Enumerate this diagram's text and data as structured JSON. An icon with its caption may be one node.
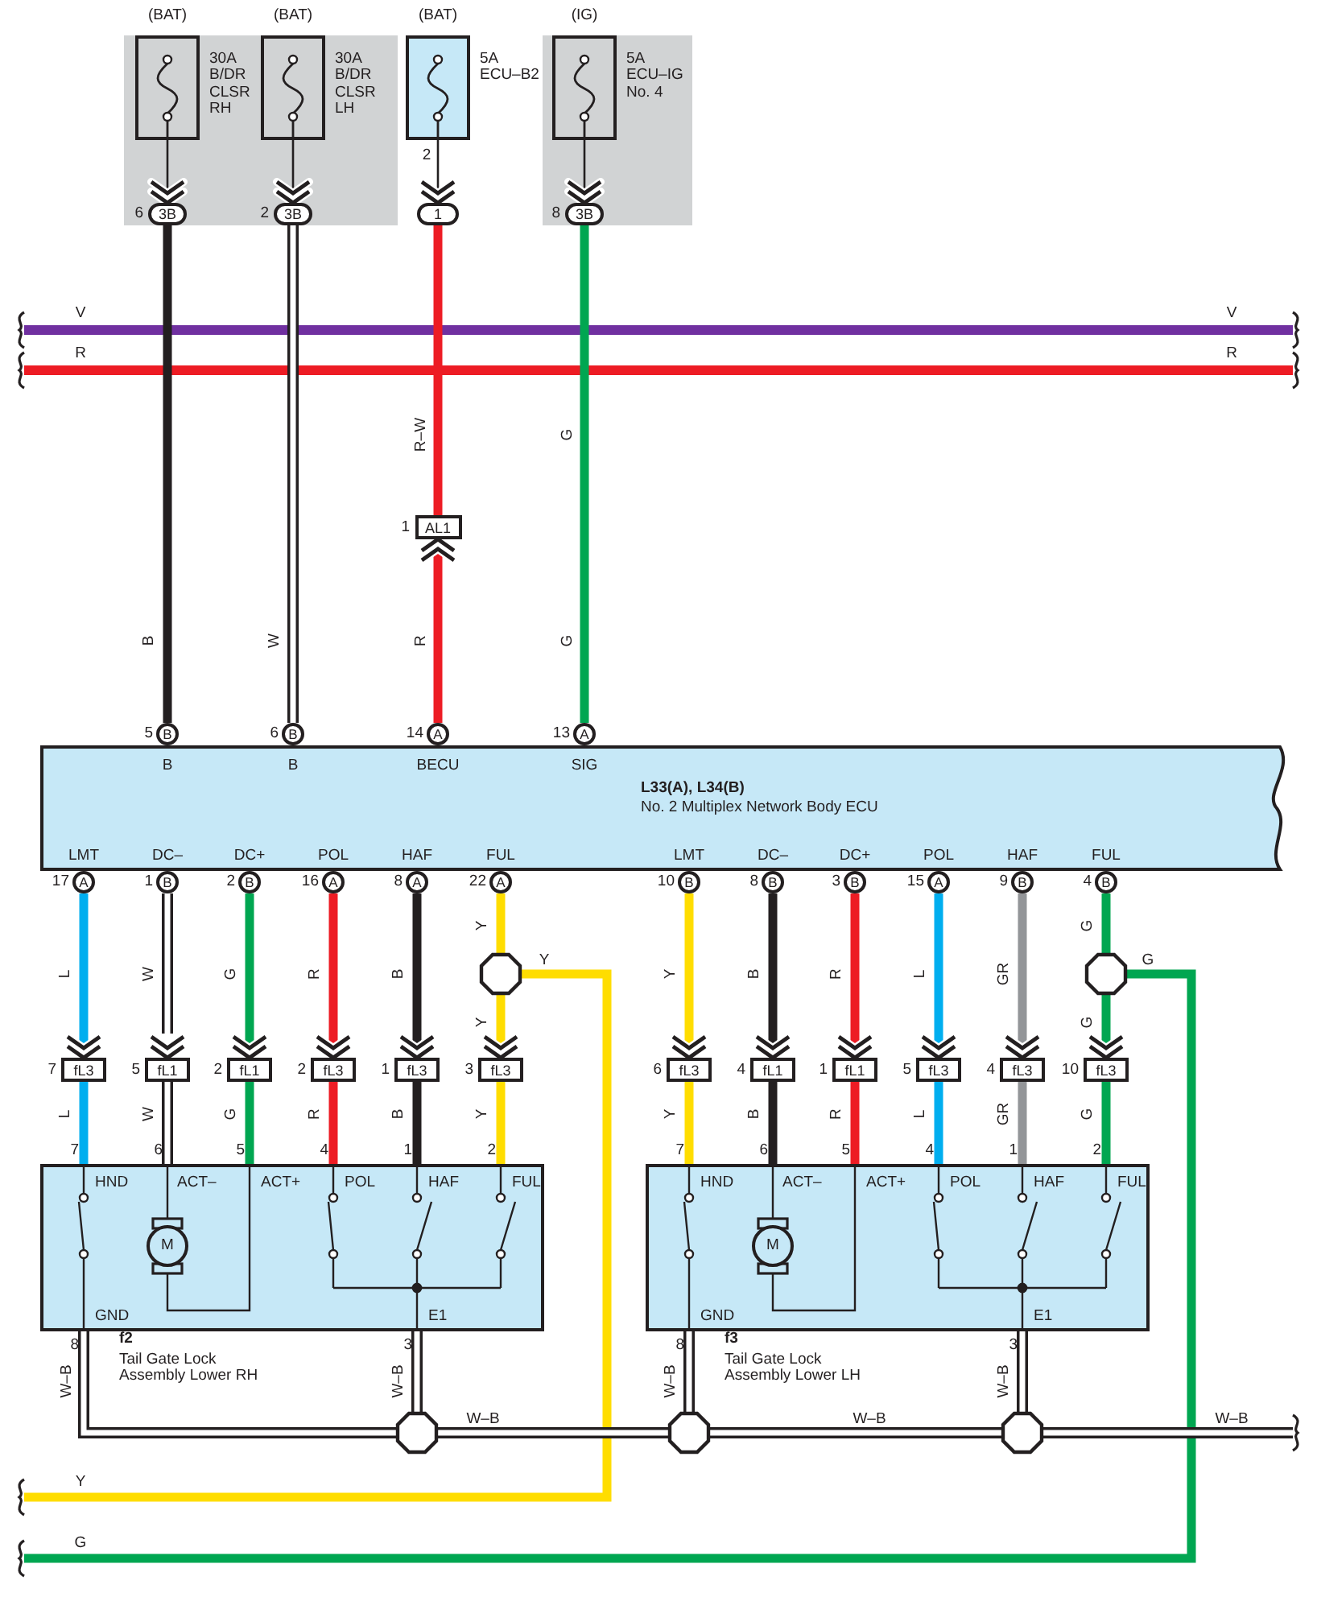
{
  "diagram": {
    "nodes": [
      {
        "text": [
          "(BAT)",
          "30A B/DR CLSR RH"
        ]
      },
      {
        "text": [
          "(BAT)",
          "30A B/DR CLSR LH"
        ]
      },
      {
        "text": [
          "(BAT)",
          "5A ECU–B2"
        ],
        "beside": [
          "2"
        ]
      },
      {
        "text": [
          "(IG)",
          "5A ECU–IG No. 4"
        ]
      },
      {
        "text": [
          "3B"
        ],
        "beside": [
          "6"
        ]
      },
      {
        "text": [
          "3B"
        ],
        "beside": [
          "2"
        ]
      },
      {
        "text": [
          "1"
        ]
      },
      {
        "text": [
          "3B"
        ],
        "beside": [
          "8"
        ]
      },
      {
        "text": [
          "AL1"
        ],
        "beside": [
          "1"
        ]
      },
      {
        "text": [
          "B"
        ],
        "beside": [
          "5"
        ]
      },
      {
        "text": [
          "B"
        ],
        "beside": [
          "6"
        ]
      },
      {
        "text": [
          "A"
        ],
        "beside": [
          "14"
        ]
      },
      {
        "text": [
          "A"
        ],
        "beside": [
          "13"
        ]
      },
      {
        "text": [
          "B",
          "B",
          "BECU",
          "SIG",
          "L33(A), L34(B)",
          "No. 2 Multiplex Network Body ECU",
          "LMT",
          "DC–",
          "DC+",
          "POL",
          "HAF",
          "FUL",
          "LMT",
          "DC–",
          "DC+",
          "POL",
          "HAF",
          "FUL"
        ]
      },
      {
        "text": [
          "A"
        ],
        "beside": [
          "17"
        ]
      },
      {
        "text": [
          "B"
        ],
        "beside": [
          "1"
        ]
      },
      {
        "text": [
          "B"
        ],
        "beside": [
          "2"
        ]
      },
      {
        "text": [
          "A"
        ],
        "beside": [
          "16"
        ]
      },
      {
        "text": [
          "A"
        ],
        "beside": [
          "8"
        ]
      },
      {
        "text": [
          "A"
        ],
        "beside": [
          "22"
        ]
      },
      {
        "text": [
          "B"
        ],
        "beside": [
          "10"
        ]
      },
      {
        "text": [
          "B"
        ],
        "beside": [
          "8"
        ]
      },
      {
        "text": [
          "B"
        ],
        "beside": [
          "3"
        ]
      },
      {
        "text": [
          "A"
        ],
        "beside": [
          "15"
        ]
      },
      {
        "text": [
          "B"
        ],
        "beside": [
          "9"
        ]
      },
      {
        "text": [
          "B"
        ],
        "beside": [
          "4"
        ]
      },
      {
        "text": [],
        "shape": "octagon"
      },
      {
        "text": [],
        "shape": "octagon"
      },
      {
        "text": [
          "fL3"
        ],
        "beside": [
          "7"
        ]
      },
      {
        "text": [
          "fL1"
        ],
        "beside": [
          "5"
        ]
      },
      {
        "text": [
          "fL1"
        ],
        "beside": [
          "2"
        ]
      },
      {
        "text": [
          "fL3"
        ],
        "beside": [
          "2"
        ]
      },
      {
        "text": [
          "fL3"
        ],
        "beside": [
          "1"
        ]
      },
      {
        "text": [
          "fL3"
        ],
        "beside": [
          "3"
        ]
      },
      {
        "text": [
          "fL3"
        ],
        "beside": [
          "6"
        ]
      },
      {
        "text": [
          "fL1"
        ],
        "beside": [
          "4"
        ]
      },
      {
        "text": [
          "fL1"
        ],
        "beside": [
          "1"
        ]
      },
      {
        "text": [
          "fL3"
        ],
        "beside": [
          "5"
        ]
      },
      {
        "text": [
          "fL3"
        ],
        "beside": [
          "4"
        ]
      },
      {
        "text": [
          "fL3"
        ],
        "beside": [
          "10"
        ]
      },
      {
        "text": [
          "HND",
          "ACT–",
          "ACT+",
          "POL",
          "HAF",
          "FUL",
          "GND",
          "E1"
        ],
        "beside": [
          "f2",
          "Tail Gate Lock Assembly Lower RH"
        ]
      },
      {
        "text": [
          "HND",
          "ACT–",
          "ACT+",
          "POL",
          "HAF",
          "FUL",
          "GND",
          "E1"
        ],
        "beside": [
          "f3",
          "Tail Gate Lock Assembly Lower LH"
        ]
      },
      {
        "text": [],
        "shape": "octagon"
      },
      {
        "text": [],
        "shape": "octagon"
      },
      {
        "text": [],
        "shape": "octagon"
      }
    ],
    "edges": [
      {
        "from": 0,
        "to": 4,
        "arrow": "to",
        "color": "#231f20"
      },
      {
        "from": 1,
        "to": 5,
        "arrow": "to",
        "color": "#231f20"
      },
      {
        "from": 2,
        "to": 6,
        "arrow": "to",
        "color": "#231f20"
      },
      {
        "from": 3,
        "to": 7,
        "arrow": "to",
        "color": "#231f20"
      },
      {
        "from": 4,
        "to": 9,
        "arrow": "none",
        "label": "B",
        "color": "#231f20"
      },
      {
        "from": 5,
        "to": 10,
        "arrow": "none",
        "label": "W",
        "color": "#ffffff"
      },
      {
        "from": 6,
        "to": 8,
        "arrow": "none",
        "label": "R–W",
        "color": "#ed1c24"
      },
      {
        "from": 11,
        "to": 8,
        "arrow": "to",
        "label": "R",
        "color": "#ed1c24"
      },
      {
        "from": 7,
        "to": 12,
        "arrow": "none",
        "label": "G",
        "color": "#00a651"
      },
      {
        "from": 14,
        "to": 28,
        "arrow": "to",
        "label": "L",
        "color": "#00aeef"
      },
      {
        "from": 15,
        "to": 29,
        "arrow": "to",
        "label": "W",
        "color": "#ffffff"
      },
      {
        "from": 16,
        "to": 30,
        "arrow": "to",
        "label": "G",
        "color": "#00a651"
      },
      {
        "from": 17,
        "to": 31,
        "arrow": "to",
        "label": "R",
        "color": "#ed1c24"
      },
      {
        "from": 18,
        "to": 32,
        "arrow": "to",
        "label": "B",
        "color": "#231f20"
      },
      {
        "from": 19,
        "to": 26,
        "arrow": "none",
        "label": "Y",
        "color": "#ffdd00"
      },
      {
        "from": 26,
        "to": 33,
        "arrow": "to",
        "label": "Y",
        "color": "#ffdd00"
      },
      {
        "from": 26,
        "to": null,
        "arrow": "none",
        "label": "Y",
        "color": "#ffdd00"
      },
      {
        "from": 28,
        "to": 40,
        "arrow": "none",
        "label": "L",
        "color": "#00aeef"
      },
      {
        "from": 29,
        "to": 40,
        "arrow": "none",
        "label": "W",
        "color": "#ffffff"
      },
      {
        "from": 30,
        "to": 40,
        "arrow": "none",
        "label": "G",
        "color": "#00a651"
      },
      {
        "from": 31,
        "to": 40,
        "arrow": "none",
        "label": "R",
        "color": "#ed1c24"
      },
      {
        "from": 32,
        "to": 40,
        "arrow": "none",
        "label": "B",
        "color": "#231f20"
      },
      {
        "from": 33,
        "to": 40,
        "arrow": "none",
        "label": "Y",
        "color": "#ffdd00"
      },
      {
        "from": 20,
        "to": 34,
        "arrow": "to",
        "label": "Y",
        "color": "#ffdd00"
      },
      {
        "from": 21,
        "to": 35,
        "arrow": "to",
        "label": "B",
        "color": "#231f20"
      },
      {
        "from": 22,
        "to": 36,
        "arrow": "to",
        "label": "R",
        "color": "#ed1c24"
      },
      {
        "from": 23,
        "to": 37,
        "arrow": "to",
        "label": "L",
        "color": "#00aeef"
      },
      {
        "from": 24,
        "to": 38,
        "arrow": "to",
        "label": "GR",
        "color": "#939598"
      },
      {
        "from": 25,
        "to": 27,
        "arrow": "none",
        "label": "G",
        "color": "#00a651"
      },
      {
        "from": 27,
        "to": 39,
        "arrow": "to",
        "label": "G",
        "color": "#00a651"
      },
      {
        "from": 27,
        "to": null,
        "arrow": "none",
        "label": "G",
        "color": "#00a651"
      },
      {
        "from": 34,
        "to": 41,
        "arrow": "none",
        "label": "Y",
        "color": "#ffdd00"
      },
      {
        "from": 35,
        "to": 41,
        "arrow": "none",
        "label": "B",
        "color": "#231f20"
      },
      {
        "from": 36,
        "to": 41,
        "arrow": "none",
        "label": "R",
        "color": "#ed1c24"
      },
      {
        "from": 37,
        "to": 41,
        "arrow": "none",
        "label": "L",
        "color": "#00aeef"
      },
      {
        "from": 38,
        "to": 41,
        "arrow": "none",
        "label": "GR",
        "color": "#939598"
      },
      {
        "from": 39,
        "to": 41,
        "arrow": "none",
        "label": "G",
        "color": "#00a651"
      },
      {
        "from": 40,
        "to": 42,
        "arrow": "none",
        "label": "W–B",
        "color": "#ffffff"
      },
      {
        "from": 40,
        "to": 42,
        "arrow": "none",
        "label": "W–B",
        "color": "#ffffff"
      },
      {
        "from": 42,
        "to": 43,
        "arrow": "none",
        "label": "W–B",
        "color": "#ffffff"
      },
      {
        "from": 41,
        "to": 43,
        "arrow": "none",
        "label": "W–B",
        "color": "#ffffff"
      },
      {
        "from": 43,
        "to": 44,
        "arrow": "none",
        "label": "W–B",
        "color": "#ffffff"
      },
      {
        "from": 41,
        "to": 44,
        "arrow": "none",
        "label": "W–B",
        "color": "#ffffff"
      },
      {
        "from": 44,
        "to": null,
        "arrow": "none",
        "label": "W–B",
        "color": "#ffffff"
      }
    ],
    "labels": [
      "V",
      "V",
      "R",
      "R",
      "G",
      "7",
      "6",
      "5",
      "4",
      "1",
      "2",
      "7",
      "6",
      "5",
      "4",
      "1",
      "2",
      "8",
      "3",
      "8",
      "3",
      "Y",
      "G",
      "M",
      "M"
    ]
  }
}
